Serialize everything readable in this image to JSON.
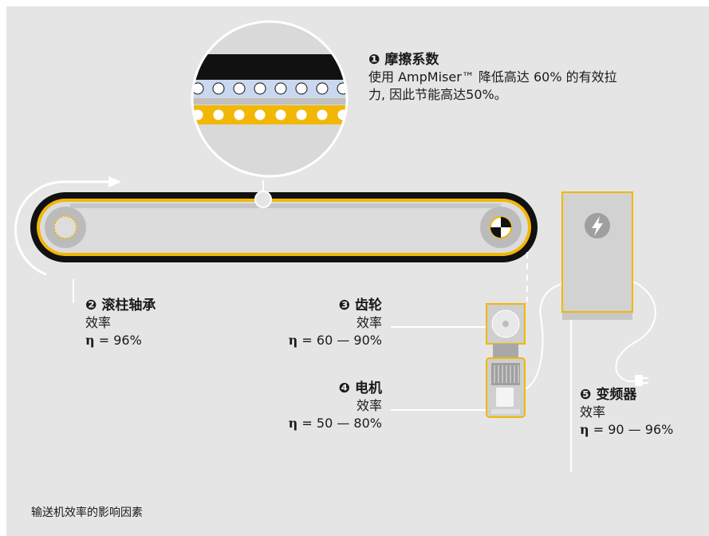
{
  "colors": {
    "background": "#e5e5e5",
    "accent_yellow": "#f2b705",
    "belt_dark": "#111111",
    "roller_gray": "#bbbbbb",
    "chain_blue": "#c9d8ee"
  },
  "friction": {
    "number": "❶",
    "title": "摩擦系数",
    "desc_line1": "使用 AmpMiser™ 降低高达 60% 的有效拉",
    "desc_line2": "力, 因此节能高达50%。"
  },
  "bearing": {
    "number": "❷",
    "title": "滚柱轴承",
    "eff_label": "效率",
    "eta_symbol": "η",
    "value": "= 96%"
  },
  "gear": {
    "number": "❸",
    "title": "齿轮",
    "eff_label": "效率",
    "eta_symbol": "η",
    "value": "= 60 — 90%"
  },
  "motor": {
    "number": "❹",
    "title": "电机",
    "eff_label": "效率",
    "eta_symbol": "η",
    "value": "= 50 — 80%"
  },
  "inverter": {
    "number": "❺",
    "title": "变频器",
    "eff_label": "效率",
    "eta_symbol": "η",
    "value": "= 90 — 96%"
  },
  "caption": "输送机效率的影响因素",
  "icons": [
    "lightning-icon",
    "rotation-arrow-icon",
    "power-plug-icon"
  ]
}
